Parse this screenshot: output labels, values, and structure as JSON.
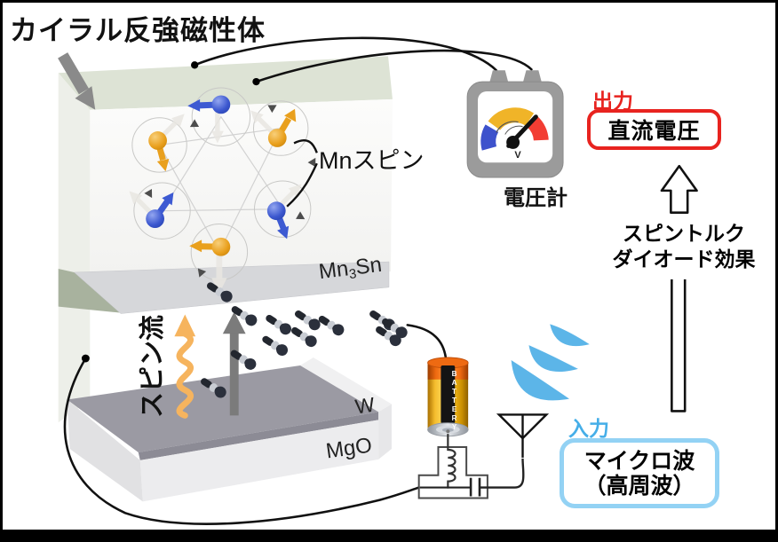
{
  "title": "カイラル反強磁性体",
  "crystal": {
    "mn_spin_label": "Mnスピン",
    "spin_blue": "#3d5ad2",
    "spin_orange": "#e9a01d"
  },
  "layers": {
    "mn3sn_base1": "Mn",
    "mn3sn_sub": "3",
    "mn3sn_base2": "Sn",
    "w": "W",
    "mgo": "MgO"
  },
  "spin_current": {
    "label": "スピン流",
    "wave_color": "#f6b45e",
    "arrow_color": "#7b7b7b"
  },
  "voltmeter": {
    "label": "電圧計",
    "unit": "V",
    "body_color": "#9b9b9b",
    "scale_blue": "#3d52cc",
    "scale_yellow": "#f0b428",
    "scale_red": "#f23d33"
  },
  "output": {
    "tag": "出力",
    "box_label": "直流電圧",
    "accent": "#e8231f"
  },
  "effect": {
    "line1": "スピントルク",
    "line2": "ダイオード効果"
  },
  "input": {
    "tag": "入力",
    "box_line1": "マイクロ波",
    "box_line2": "（高周波）",
    "text_accent": "#45aee8",
    "border_accent": "#93d2f4"
  },
  "microwave": {
    "wave_color": "#5cb5e8"
  },
  "battery": {
    "label": "BATTERY",
    "body_yellow": "#f7bc16",
    "top_orange": "#ee6a12"
  }
}
